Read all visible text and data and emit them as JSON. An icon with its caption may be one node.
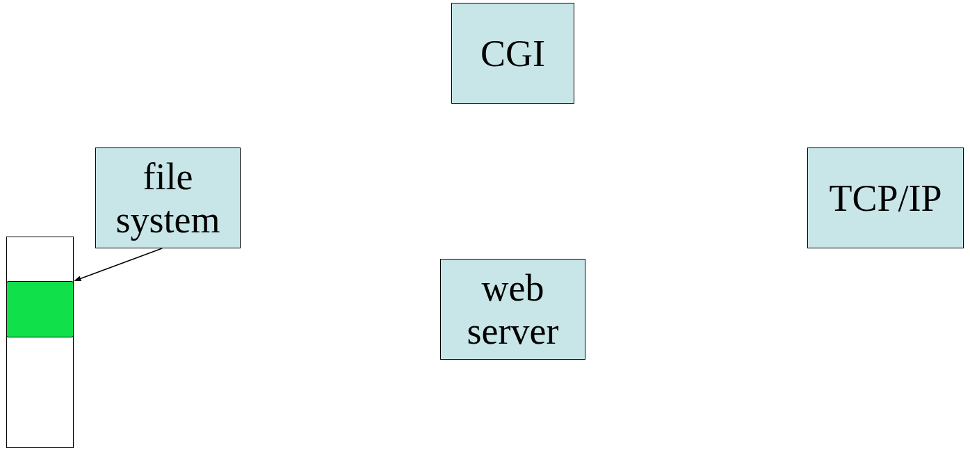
{
  "diagram": {
    "nodes": [
      {
        "text": [
          "CGI"
        ]
      },
      {
        "text": [
          "file system"
        ]
      },
      {
        "text": [
          "TCP/IP"
        ]
      },
      {
        "text": [],
        "shape": "bar"
      },
      {
        "text": [],
        "shape": "box",
        "in": 3
      },
      {
        "text": [
          "web server"
        ]
      }
    ],
    "edges": [
      {
        "from": 1,
        "to": 4,
        "arrow": "to"
      }
    ]
  }
}
